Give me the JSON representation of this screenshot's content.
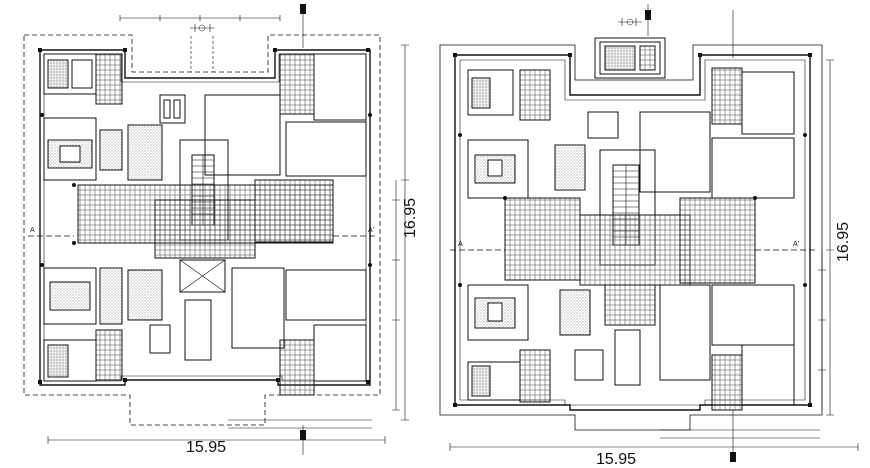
{
  "plans": [
    {
      "id": "left",
      "overall_width": "15.95",
      "overall_depth": "16.95",
      "section_marks": [
        "A",
        "A'"
      ]
    },
    {
      "id": "right",
      "overall_width": "15.95",
      "overall_depth": "16.95",
      "section_marks": [
        "A",
        "A'"
      ]
    }
  ],
  "colors": {
    "line": "#111111",
    "hatch": "#555555",
    "paper": "#ffffff"
  }
}
